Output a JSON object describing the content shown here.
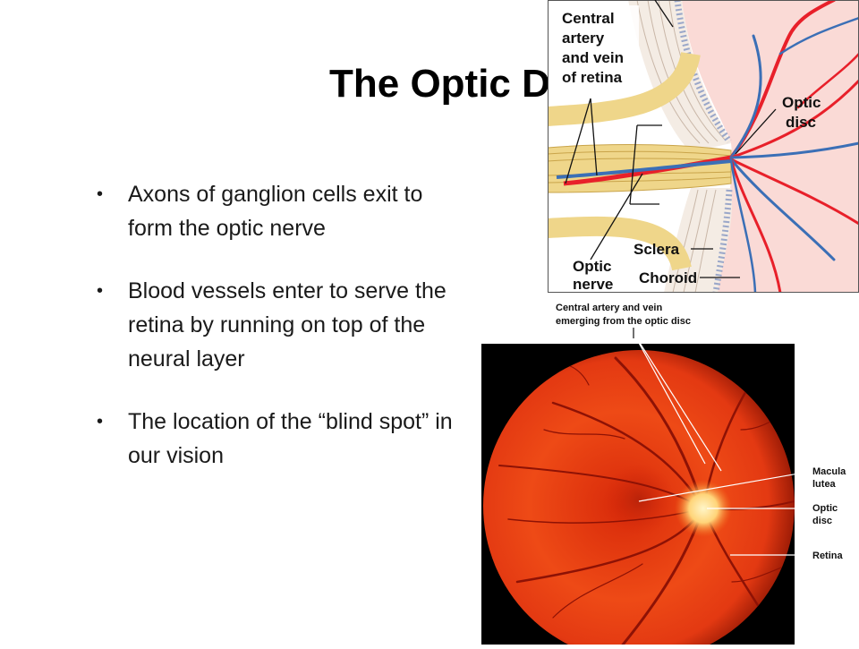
{
  "slide": {
    "title": "The Optic Disc",
    "bullets": [
      "Axons of ganglion cells exit to form the optic nerve",
      "Blood vessels enter to serve the retina by running on top of the neural layer",
      "The location of the “blind spot” in our vision"
    ]
  },
  "diagram": {
    "labels": {
      "central_artery_vein": [
        "Central",
        "artery",
        "and vein",
        "of retina"
      ],
      "optic_disc": [
        "Optic",
        "disc"
      ],
      "sclera": "Sclera",
      "choroid": "Choroid",
      "optic_nerve": [
        "Optic",
        "nerve"
      ]
    },
    "colors": {
      "artery": "#e8202a",
      "vein": "#3b6fb6",
      "nerve": "#efd68a",
      "retina_bg": "#fadad6"
    }
  },
  "fundus": {
    "caption": [
      "Central artery and vein",
      "emerging from the optic disc"
    ],
    "labels": {
      "macula_lutea": [
        "Macula",
        "lutea"
      ],
      "optic_disc": [
        "Optic",
        "disc"
      ],
      "retina": "Retina"
    },
    "colors": {
      "background": "#000000",
      "retina_red": "#e23a10",
      "disc": "#ffe39a"
    }
  }
}
